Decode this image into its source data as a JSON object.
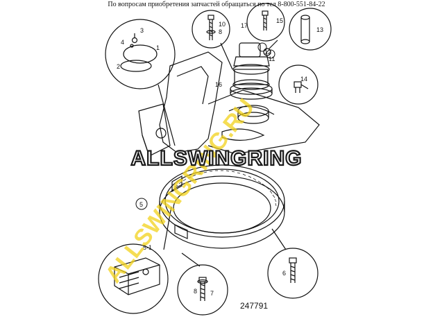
{
  "header_text": "По вопросам приобретения запчастей обращаться по тел 8-800-551-84-22",
  "watermark": {
    "main": "ALLSWINGRING",
    "diagonal": "ALLSWINGRING.RU",
    "color_main": "#1a1a1a",
    "color_diagonal": "#f2d21b"
  },
  "callouts": {
    "c1": "1",
    "c2": "2",
    "c3": "3",
    "c4": "4",
    "c5": "5",
    "c5_1": "5·1",
    "c6": "6",
    "c7": "7",
    "c8": "8",
    "c9": "9",
    "c10": "10",
    "c11": "11",
    "c12": "12",
    "c13": "13",
    "c14": "14",
    "c15": "15",
    "c16": "16",
    "c17": "17"
  },
  "reference_number": "247791"
}
